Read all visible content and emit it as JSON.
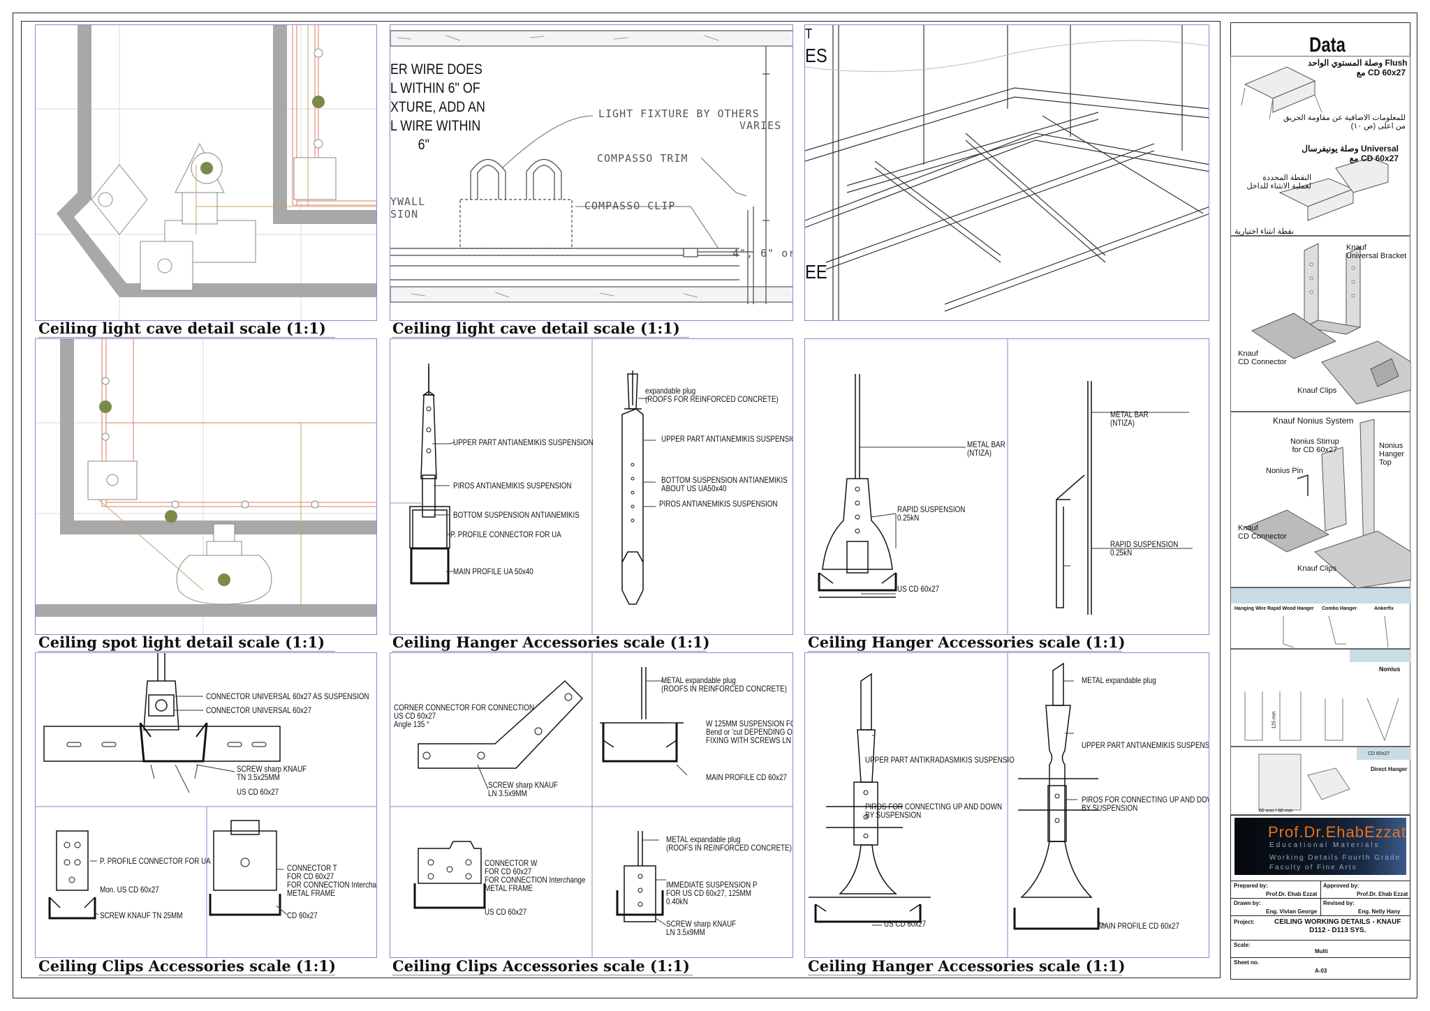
{
  "captions": {
    "p1": "Ceiling light cave detail   scale (1:1)",
    "p2": "Ceiling light cave detail   scale (1:1)",
    "p4": "Ceiling spot light  detail   scale (1:1)",
    "p5": "Ceiling Hanger Accessories scale (1:1)",
    "p6": "Ceiling Hanger Accessories scale (1:1)",
    "p7": "Ceiling Clips  Accessories scale (1:1)",
    "p8": "Ceiling Clips  Accessories scale (1:1)",
    "p9": "Ceiling Hanger Accessories scale (1:1)"
  },
  "cave2": {
    "wire_note": "ER WIRE DOES\nL WITHIN 6\" OF\nXTURE, ADD AN\nL WIRE WITHIN\n        6\"",
    "light_fixture": "LIGHT FIXTURE BY OTHERS",
    "varies": "VARIES",
    "trim": "COMPASSO TRIM",
    "clip": "COMPASSO CLIP",
    "drywall": "YWALL\nSION",
    "dim": "4\", 6\" or"
  },
  "iso": {
    "es": "ES",
    "ee": "EE",
    "t": "T"
  },
  "p5": {
    "a1": "UPPER PART ANTIANEMIKIS SUSPENSION",
    "a2": "PIROS ANTIANEMIKIS SUSPENSION",
    "a3": "BOTTOM SUSPENSION ANTIANEMIKIS",
    "a4": "P. PROFILE CONNECTOR FOR UA",
    "a5": "MAIN PROFILE UA 50x40",
    "b1": "expandable plug\n(ROOFS FOR REINFORCED CONCRETE)",
    "b2": "UPPER PART ANTIANEMIKIS SUSPENSION",
    "b3": "BOTTOM SUSPENSION ANTIANEMIKIS\nABOUT US UA50x40",
    "b4": "PIROS ANTIANEMIKIS SUSPENSION"
  },
  "p6": {
    "a1": "METAL BAR\n(NTIZA)",
    "a2": "RAPID SUSPENSION\n0.25kN",
    "a3": "US CD 60x27",
    "b1": "METAL BAR\n(NTIZA)",
    "b2": "RAPID SUSPENSION\n0.25kN"
  },
  "p7": {
    "a1": "CONNECTOR UNIVERSAL 60x27 AS SUSPENSION",
    "a2": "CONNECTOR UNIVERSAL 60x27",
    "a3": "SCREW sharp KNAUF\nTN 3.5x25MM",
    "a4": "US CD 60x27",
    "b1": "P. PROFILE CONNECTOR FOR UA",
    "b2": "Mon. US CD 60x27",
    "b3": "SCREW KNAUF TN 25MM",
    "c1": "CONNECTOR T\nFOR CD 60x27\nFOR CONNECTION Interchange\nMETAL FRAME",
    "c2": "CD 60x27"
  },
  "p8": {
    "a1": "CORNER CONNECTOR FOR CONNECTION\nUS CD 60x27\nAngle 135 °",
    "a2": "SCREW sharp KNAUF\nLN 3.5x9MM",
    "b1": "METAL expandable plug\n(ROOFS IN REINFORCED CONCRETE)",
    "b2": "W 125MM SUSPENSION FOR\nBend or 'cut DEPENDING ON T\nFIXING WITH SCREWS LN 3.5",
    "b3": "MAIN PROFILE CD 60x27",
    "c1": "CONNECTOR W\nFOR CD 60x27\nFOR CONNECTION Interchange\nMETAL FRAME",
    "c2": "US CD 60x27",
    "d1": "METAL expandable plug\n(ROOFS IN REINFORCED CONCRETE)",
    "d2": "IMMEDIATE SUSPENSION P\nFOR US CD 60x27, 125MM\n0.40kN",
    "d3": "SCREW sharp KNAUF\nLN 3.5x9MM"
  },
  "p9": {
    "a1": "UPPER PART ANTIKRADASMIKIS SUSPENSIO",
    "a2": "PIROS FOR CONNECTING UP AND DOWN\nBY SUSPENSION",
    "a3": "US CD 60x27",
    "b1": "METAL expandable plug",
    "b2": "UPPER PART ANTIANEMIKIS SUSPENSI",
    "b3": "PIROS FOR CONNECTING UP AND DOW\nBY SUSPENSION",
    "b4": "MAIN PROFILE CD 60x27"
  },
  "sidebar": {
    "title": "Data",
    "s1_title": "وصلة المستوي الواحد Flush\nمع CD 60x27",
    "s1_note": "للمعلومات الاضافية عن مقاومة الحريق\nمن اعلى (ص ١٠)",
    "s2_title": "وصلة يونيفرسال Universal\nمع CD 60x27",
    "s2_note": "النقطة المحددة\nلعملية الانثناء للداخل",
    "s2_bend": "نقطة انثناء اختيارية",
    "bracket": "Knauf\nUniversal Bracket",
    "connector": "Knauf\nCD Connector",
    "clips": "Knauf Clips",
    "nonius_sys": "Knauf Nonius System",
    "stirrup": "Nonius Stirrup\nfor CD 60x27",
    "pin": "Nonius Pin",
    "hanger_top": "Nonius\nHanger\nTop",
    "connector2": "Knauf\nCD Connector",
    "clips2": "Knauf Clips",
    "h1": "Hanging Wire",
    "h2": "Rapid Wood Hanger",
    "h3": "Combo Hanger",
    "h4": "Ankerfix",
    "nonius": "Nonius",
    "mm125": "125 mm",
    "cd60": "CD 60x27",
    "direct": "Direct Hanger",
    "dim": "65 mm / 80 mm"
  },
  "titleblock": {
    "logo_name": "Prof.Dr.EhabEzzat",
    "logo_sub": "Educational Materials",
    "logo_l1": "Working Details Fourth Grade",
    "logo_l2": "Faculty of Fine Arts",
    "prepared_k": "Prepared by:",
    "prepared_v": "Prof.Dr. Ehab Ezzat",
    "approved_k": "Approved by:",
    "approved_v": "Prof.Dr. Ehab Ezzat",
    "drawn_k": "Drawn by:",
    "drawn_v": "Eng. Vivian George",
    "revised_k": "Revised by:",
    "revised_v": "Eng. Nelly Hany",
    "project_k": "Project:",
    "project_v": "CEILING WORKING DETAILS - KNAUF\nD112 - D113 SYS.",
    "scale_k": "Scale:",
    "scale_v": "Multi",
    "sheet_k": "Sheet no.",
    "sheet_v": "A-03"
  },
  "colors": {
    "accent_dot": "#7a8a4a",
    "wall": "#a8a8a8",
    "wire": "#e07a5f",
    "panel_border": "#8a86c8"
  }
}
